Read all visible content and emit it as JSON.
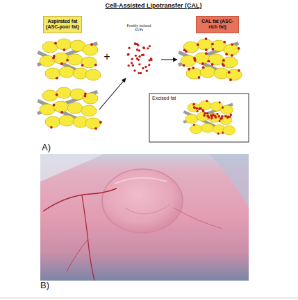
{
  "diagram": {
    "title": "Cell-Assisted Lipotransfer (CAL)",
    "nodes": [
      {
        "text": [
          "Aspirated fat (ASC-poor fat)"
        ]
      },
      {
        "text": [
          "CAL fat (ASC-rich fat)"
        ]
      },
      {
        "text": [
          "Excised fat"
        ]
      }
    ],
    "labels": [
      "Freshly isolated SVFs",
      "+",
      "A)",
      "B)"
    ]
  }
}
